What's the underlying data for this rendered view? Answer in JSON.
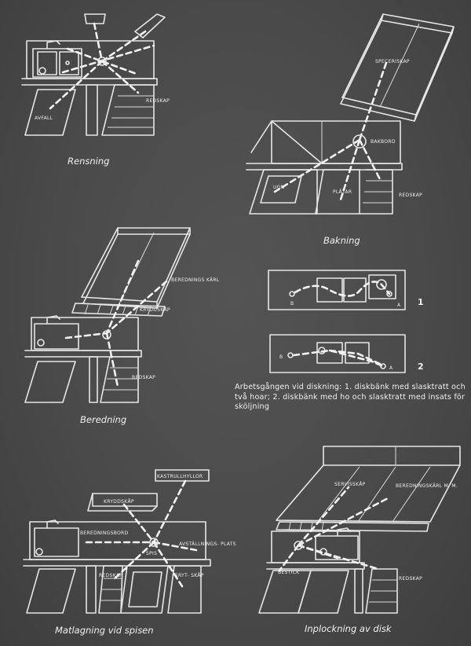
{
  "panels": {
    "rensning": {
      "caption": "Rensning",
      "labels": {
        "redskap": "REDSKAP",
        "avfall": "AVFALL"
      }
    },
    "bakning": {
      "caption": "Bakning",
      "labels": {
        "specerskap": "SPECERISKAP",
        "bakbord": "BAKBORD",
        "ugn": "UGN",
        "platar": "PLÅTAR",
        "redskap": "REDSKAP"
      }
    },
    "beredning": {
      "caption": "Beredning",
      "labels": {
        "beredningskarl": "BEREDNINGS KÄRL",
        "kryddskap": "KRYDDSKÅP",
        "redskap": "REDSKAP"
      }
    },
    "diskning": {
      "number_1": "1",
      "number_2": "2",
      "labels": {
        "b1": "B",
        "a1": "A",
        "b2": "B",
        "a2": "A"
      },
      "caption": "Arbetsgången vid diskning: 1. diskbänk med slasktratt och två hoar; 2. diskbänk med ho och slasktratt med insats för sköljning"
    },
    "matlagning": {
      "caption": "Matlagning vid spisen",
      "labels": {
        "kastrullhyllor": "KASTRULLHYLLOR",
        "kryddskap": "KRYDDSKÅP",
        "beredningsbord": "BEREDNINGSBORD",
        "spis": "SPIS",
        "avstallningsplats": "AVSTÄLLNINGS- PLATS",
        "redskap": "REDSKAP",
        "grytskap": "GRYT- SKÅP"
      }
    },
    "inplockning": {
      "caption": "Inplockning av disk",
      "labels": {
        "serviskap": "SERVISSKÅP",
        "beredningskarl": "BEREDNINGSKÄRL M. M.",
        "bestick": "BESTICK",
        "redskap": "REDSKAP"
      }
    }
  }
}
